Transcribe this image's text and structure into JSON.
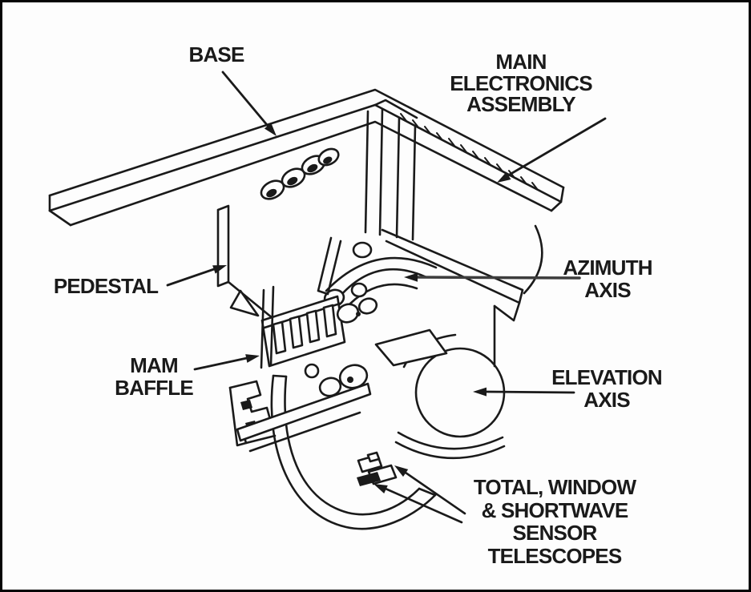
{
  "diagram": {
    "colors": {
      "background": "#fdfdfd",
      "frame": "#050505",
      "ink": "#1a1a1a",
      "callout_line_gray": "#3d3d3d"
    },
    "labels": {
      "base": {
        "lines": [
          "BASE"
        ]
      },
      "main_electronics_assembly": {
        "lines": [
          "MAIN",
          "ELECTRONICS",
          "ASSEMBLY"
        ]
      },
      "pedestal": {
        "lines": [
          "PEDESTAL"
        ]
      },
      "azimuth_axis": {
        "lines": [
          "AZIMUTH",
          "AXIS"
        ]
      },
      "mam_baffle": {
        "lines": [
          "MAM",
          "BAFFLE"
        ]
      },
      "elevation_axis": {
        "lines": [
          "ELEVATION",
          "AXIS"
        ]
      },
      "sensor_telescopes": {
        "lines": [
          "TOTAL, WINDOW",
          "& SHORTWAVE",
          "SENSOR",
          "TELESCOPES"
        ]
      }
    }
  }
}
